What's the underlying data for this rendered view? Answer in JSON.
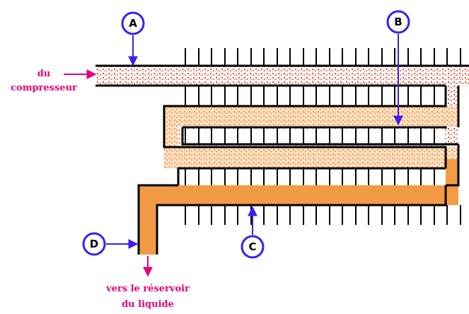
{
  "markers": {
    "A": "A",
    "B": "B",
    "C": "C",
    "D": "D"
  },
  "labels": {
    "inlet_line1": "du",
    "inlet_line2": "compresseur",
    "outlet_line1": "vers le réservoir",
    "outlet_line2": "du liquide"
  },
  "colors": {
    "vapor": "#e84a3a",
    "liquid": "#f39a44",
    "marker_ring": "#3a1ff0",
    "arrow_blue": "#3a1ff0",
    "arrow_pink": "#e8007a",
    "label_text": "#e8007a",
    "outline": "#000000"
  }
}
